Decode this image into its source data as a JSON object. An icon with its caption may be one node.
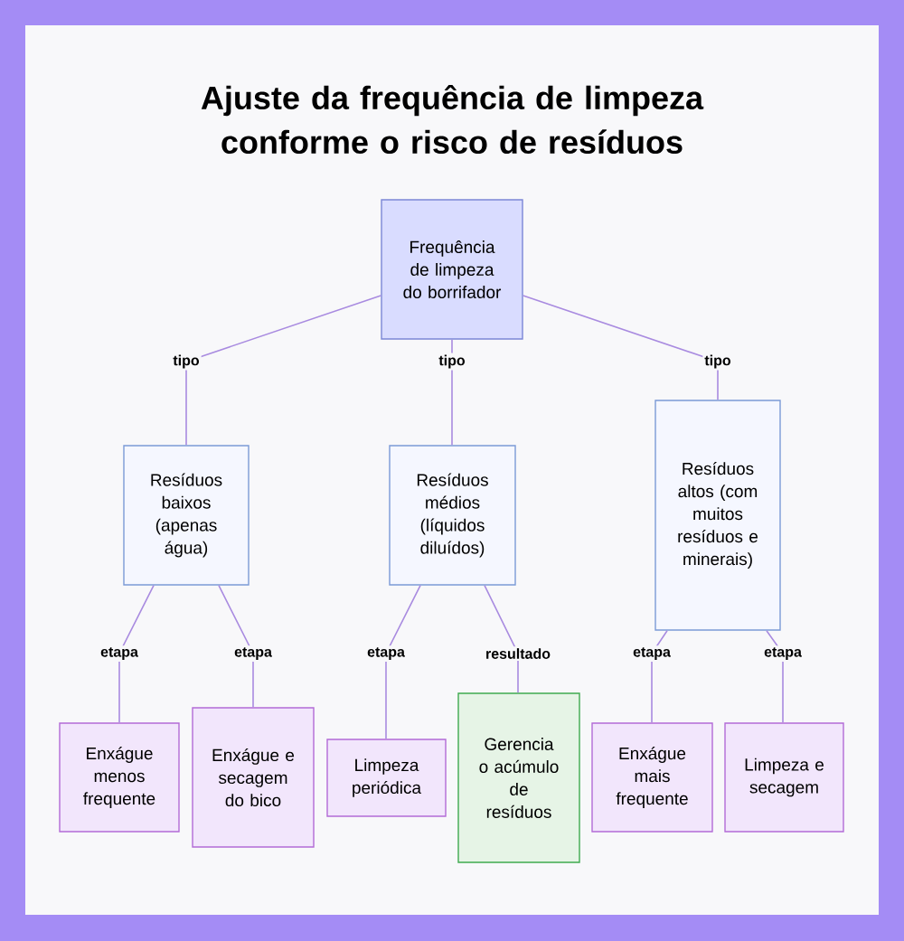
{
  "diagram": {
    "title": "Ajuste da frequência de limpeza conforme o risco de resíduos",
    "nodes": [
      {
        "text": [
          "Frequência de limpeza do borrifador"
        ]
      },
      {
        "text": [
          "Resíduos baixos (apenas água)"
        ]
      },
      {
        "text": [
          "Resíduos médios (líquidos diluídos)"
        ]
      },
      {
        "text": [
          "Resíduos altos (com muitos resíduos e minerais)"
        ]
      },
      {
        "text": [
          "Enxágue menos frequente"
        ]
      },
      {
        "text": [
          "Enxágue e secagem do bico"
        ]
      },
      {
        "text": [
          "Limpeza periódica"
        ]
      },
      {
        "text": [
          "Gerencia o acúmulo de resíduos"
        ]
      },
      {
        "text": [
          "Enxágue mais frequente"
        ]
      },
      {
        "text": [
          "Limpeza e secagem"
        ]
      }
    ],
    "edges": [
      {
        "from": 0,
        "to": 1,
        "arrow": "none",
        "label": "tipo"
      },
      {
        "from": 0,
        "to": 2,
        "arrow": "none",
        "label": "tipo"
      },
      {
        "from": 0,
        "to": 3,
        "arrow": "none",
        "label": "tipo"
      },
      {
        "from": 1,
        "to": 4,
        "arrow": "none",
        "label": "etapa"
      },
      {
        "from": 1,
        "to": 5,
        "arrow": "none",
        "label": "etapa"
      },
      {
        "from": 2,
        "to": 6,
        "arrow": "none",
        "label": "etapa"
      },
      {
        "from": 2,
        "to": 7,
        "arrow": "none",
        "label": "resultado"
      },
      {
        "from": 3,
        "to": 8,
        "arrow": "none",
        "label": "etapa"
      },
      {
        "from": 3,
        "to": 9,
        "arrow": "none",
        "label": "etapa"
      }
    ]
  }
}
